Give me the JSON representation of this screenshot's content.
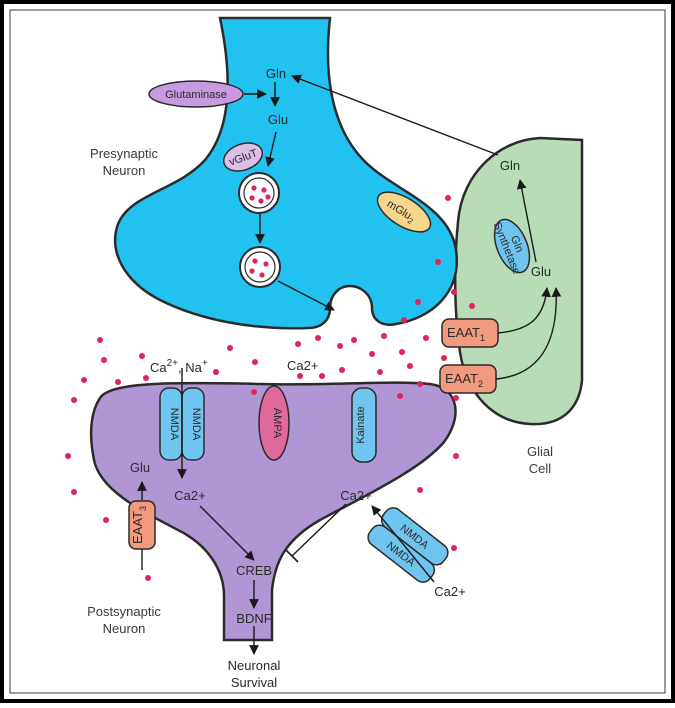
{
  "labels": {
    "presynaptic_line1": "Presynaptic",
    "presynaptic_line2": "Neuron",
    "postsynaptic_line1": "Postsynaptic",
    "postsynaptic_line2": "Neuron",
    "glial_line1": "Glial",
    "glial_line2": "Cell",
    "gln_pre": "Gln",
    "glu_pre": "Glu",
    "gln_glial": "Gln",
    "glu_glial": "Glu",
    "glu_post": "Glu",
    "ca_na": "Ca",
    "ca_na_sup": "2+",
    "ca_na_rest": ", Na",
    "ca_na_plus": "+",
    "ca_cleft": "Ca2+",
    "ca_post_left": "Ca2+",
    "ca_post_right": "Ca2+",
    "ca_bottom": "Ca2+",
    "creb": "CREB",
    "bdnf": "BDNF",
    "survival_line1": "Neuronal",
    "survival_line2": "Survival"
  },
  "proteins": {
    "glutaminase": "Glutaminase",
    "vglut": "vGluT",
    "mglu": "mGlu",
    "mglu_sub": "2",
    "gln_synthetase_line1": "Gln",
    "gln_synthetase_line2": "Synthetase",
    "eaat1": "EAAT",
    "eaat1_sub": "1",
    "eaat2": "EAAT",
    "eaat2_sub": "2",
    "eaat3": "EAAT",
    "eaat3_sub": "3",
    "nmda": "NMDA",
    "ampa": "AMPA",
    "kainate": "Kainate"
  },
  "colors": {
    "presynaptic_fill": "#21c2f0",
    "postsynaptic_fill": "#b196d6",
    "glial_fill": "#b9dcb8",
    "glutaminase": "#c89ae0",
    "mglu": "#f5d68a",
    "eaat": "#f29a7e",
    "nmda": "#6fc5ef",
    "ampa": "#e0699c",
    "glutamate_dot": "#e0245a"
  }
}
